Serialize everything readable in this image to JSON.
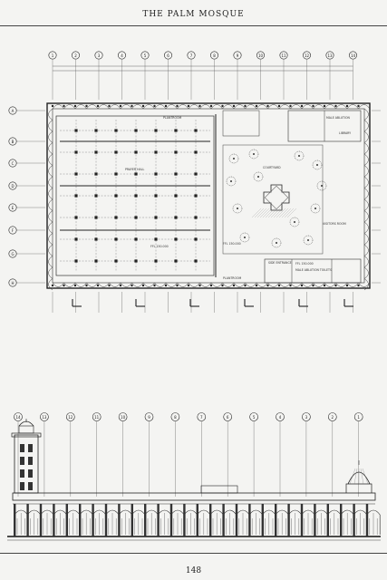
{
  "header": {
    "title": "THE PALM MOSQUE"
  },
  "footer": {
    "page_number": "148"
  },
  "plan": {
    "grid_columns": [
      "1",
      "2",
      "3",
      "4",
      "5",
      "6",
      "7",
      "8",
      "9",
      "10",
      "11",
      "12",
      "13",
      "14"
    ],
    "grid_rows": [
      "A",
      "B",
      "C",
      "D",
      "E",
      "F",
      "G",
      "H"
    ],
    "room_labels": [
      {
        "key": "prayer_hall",
        "text": "PRAYER HALL"
      },
      {
        "key": "platform_left",
        "text": "PLANTROOM"
      },
      {
        "key": "platform_right",
        "text": "PLANTROOM"
      },
      {
        "key": "courtyard",
        "text": "COURTYARD"
      },
      {
        "key": "ablution_top",
        "text": "MALE ABLUTION"
      },
      {
        "key": "ablution_bottom",
        "text": "MALE ABLUTION TOILETS"
      },
      {
        "key": "library",
        "text": "LIBRARY"
      },
      {
        "key": "side_entrance",
        "text": "SIDE ENTRANCE"
      },
      {
        "key": "visitors",
        "text": "VISITORS ROOM"
      },
      {
        "key": "ffl1",
        "text": "FFL 150.000"
      },
      {
        "key": "ffl2",
        "text": "FFL 150.000"
      },
      {
        "key": "ffl3",
        "text": "FFL 150.000"
      }
    ]
  },
  "elevation": {
    "grid_columns": [
      "14",
      "13",
      "12",
      "11",
      "10",
      "9",
      "8",
      "7",
      "6",
      "5",
      "4",
      "3",
      "2",
      "1"
    ]
  }
}
